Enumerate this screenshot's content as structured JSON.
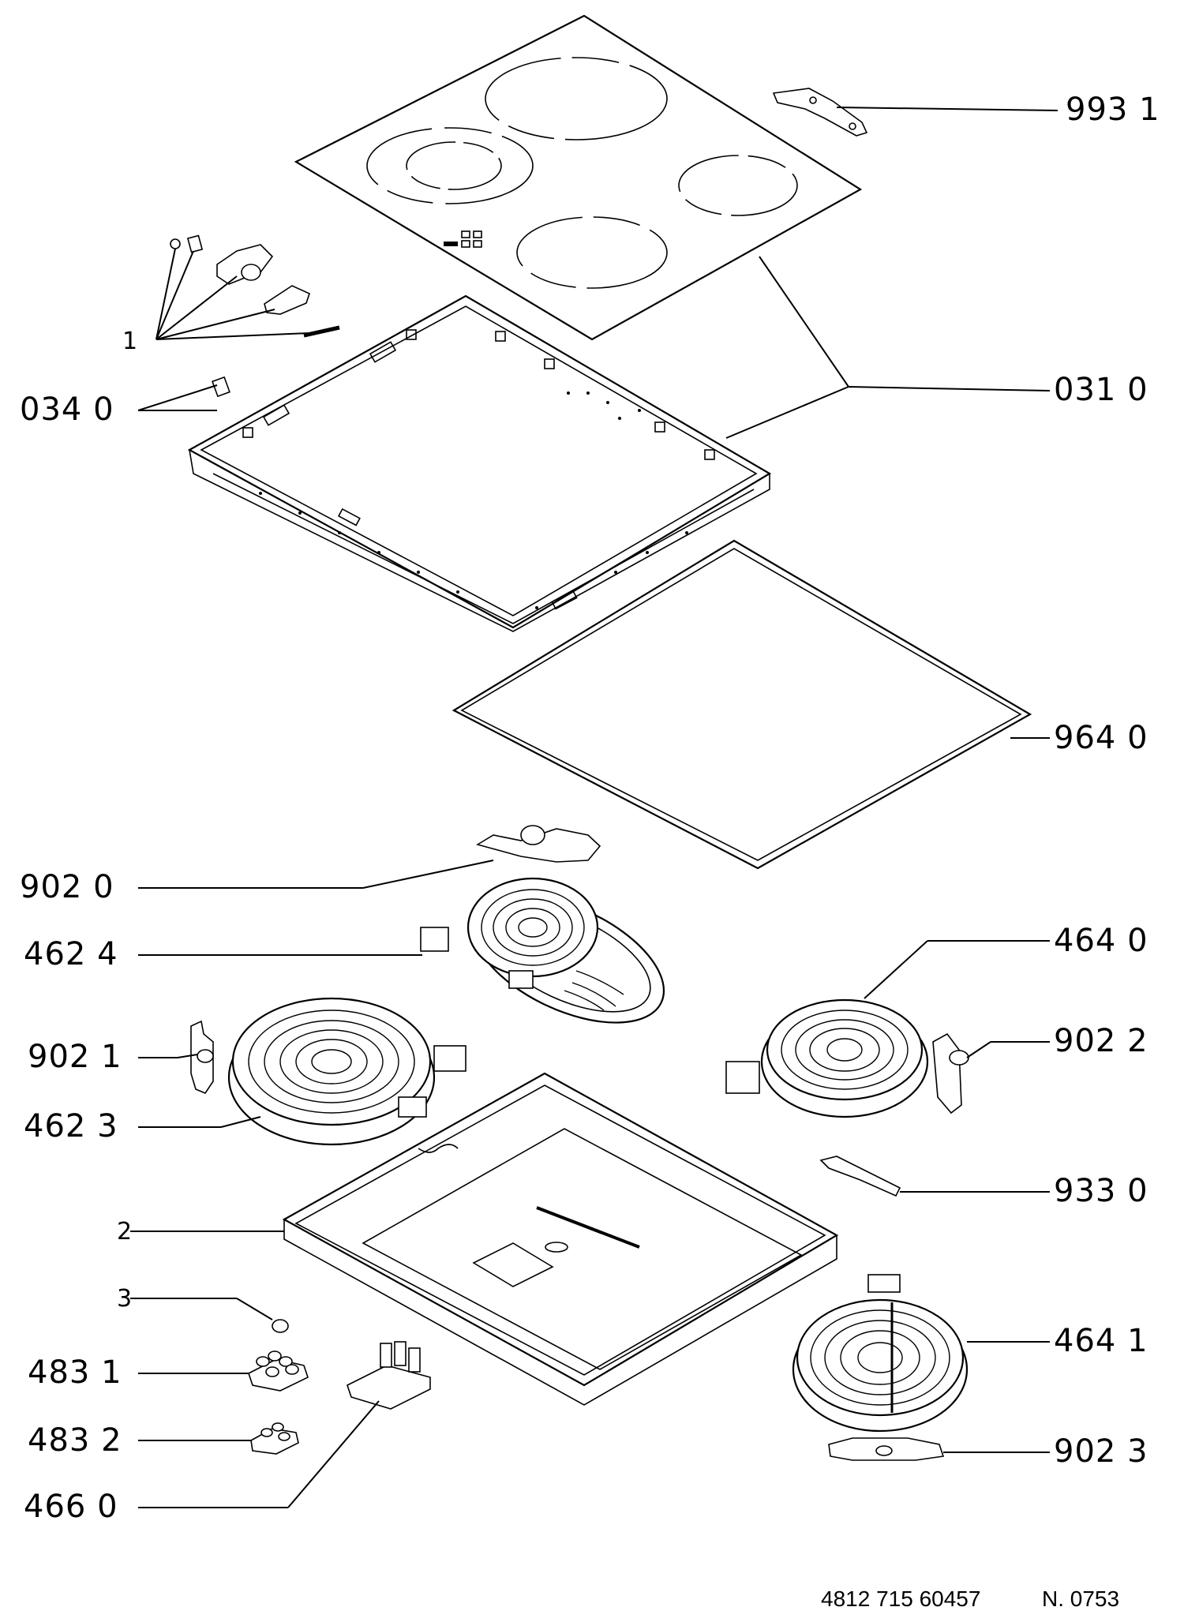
{
  "labels": {
    "p993_1": "993 1",
    "p1_top": "1",
    "p034_0": "034 0",
    "p031_0": "031 0",
    "p964_0": "964 0",
    "p902_0": "902 0",
    "p462_4": "462 4",
    "p464_0": "464 0",
    "p902_1": "902 1",
    "p902_2": "902 2",
    "p462_3": "462 3",
    "p933_0": "933 0",
    "p2": "2",
    "p3": "3",
    "p464_1": "464 1",
    "p483_1": "483 1",
    "p483_2": "483 2",
    "p902_3": "902 3",
    "p466_0": "466 0"
  },
  "footer": {
    "doc_number": "4812 715 60457",
    "revision": "N. 0753"
  }
}
